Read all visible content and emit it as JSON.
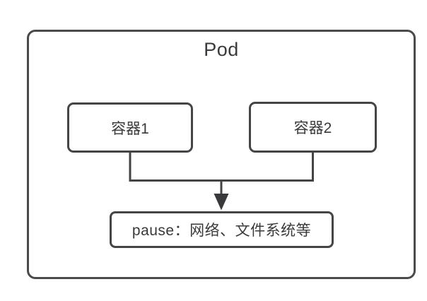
{
  "diagram": {
    "title": "Pod",
    "nodes": [
      {
        "id": "container1",
        "label": "容器1"
      },
      {
        "id": "container2",
        "label": "容器2"
      },
      {
        "id": "pause",
        "label": "pause：网络、文件系统等"
      }
    ],
    "edges": [
      {
        "from": "container1",
        "to": "pause",
        "arrow": true
      },
      {
        "from": "container2",
        "to": "pause",
        "arrow": true
      }
    ],
    "colors": {
      "line": "#444446",
      "arrow_fill": "#39393b",
      "border": "#4a4a4c",
      "text": "#39393b",
      "background": "#ffffff"
    }
  }
}
